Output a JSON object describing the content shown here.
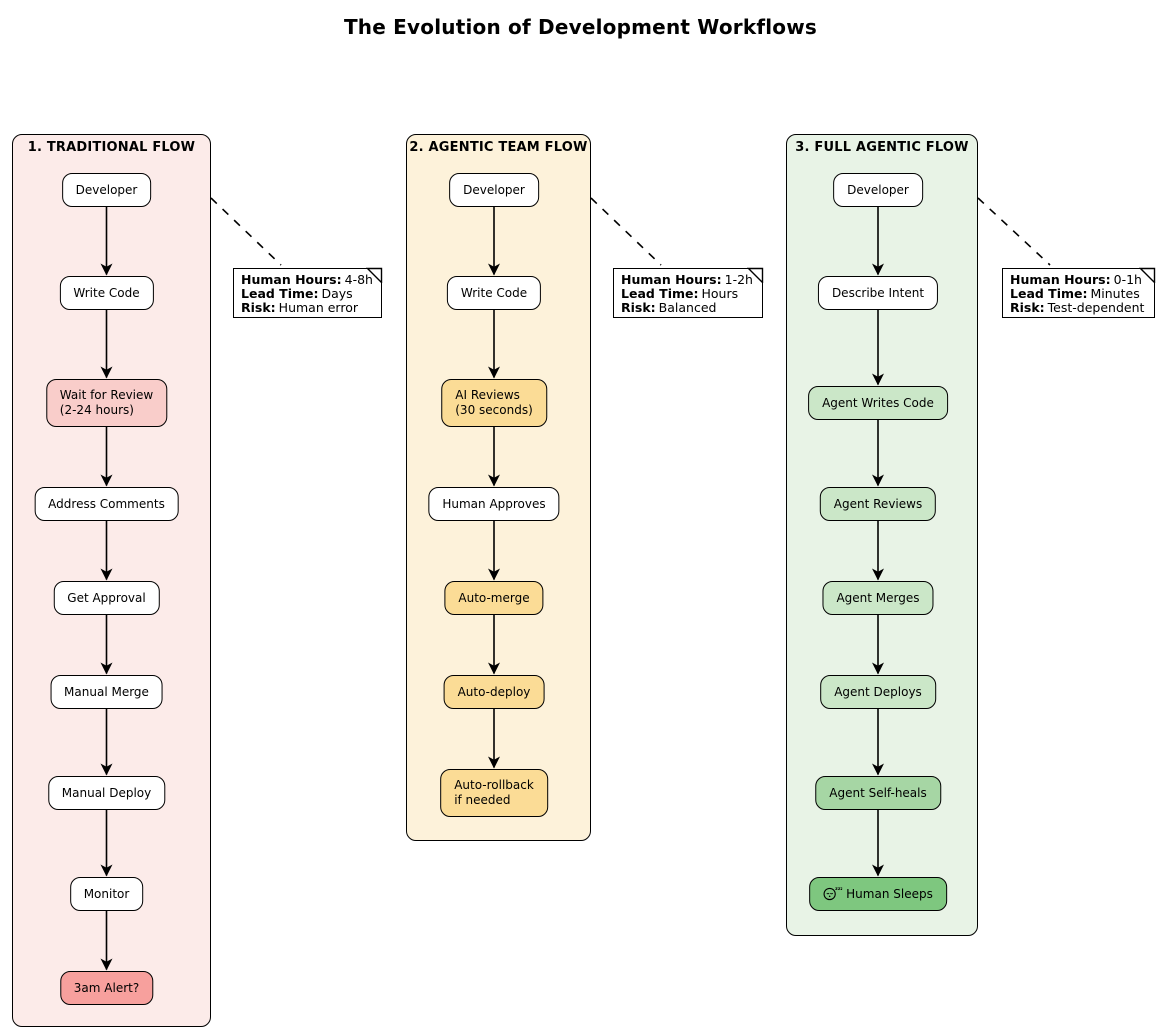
{
  "title": "The Evolution of Development Workflows",
  "canvas_bg": "#ffffff",
  "line_color": "#000000",
  "columns": [
    {
      "header": "1. TRADITIONAL FLOW",
      "bg": "#fcebe9",
      "nodes": [
        {
          "lines": [
            "Developer"
          ],
          "fill": "#ffffff"
        },
        {
          "lines": [
            "Write Code"
          ],
          "fill": "#ffffff"
        },
        {
          "lines": [
            "Wait for Review",
            "(2-24 hours)"
          ],
          "fill": "#f9cdca"
        },
        {
          "lines": [
            "Address Comments"
          ],
          "fill": "#ffffff"
        },
        {
          "lines": [
            "Get Approval"
          ],
          "fill": "#ffffff"
        },
        {
          "lines": [
            "Manual Merge"
          ],
          "fill": "#ffffff"
        },
        {
          "lines": [
            "Manual Deploy"
          ],
          "fill": "#ffffff"
        },
        {
          "lines": [
            "Monitor"
          ],
          "fill": "#ffffff"
        },
        {
          "lines": [
            "3am Alert?"
          ],
          "fill": "#f7a09d"
        }
      ],
      "note": {
        "lines": [
          {
            "label": "Human Hours:",
            "value": "4-8h"
          },
          {
            "label": "Lead Time:",
            "value": "Days"
          },
          {
            "label": "Risk:",
            "value": "Human error"
          }
        ]
      }
    },
    {
      "header": "2. AGENTIC TEAM FLOW",
      "bg": "#fdf2da",
      "nodes": [
        {
          "lines": [
            "Developer"
          ],
          "fill": "#ffffff"
        },
        {
          "lines": [
            "Write Code"
          ],
          "fill": "#ffffff"
        },
        {
          "lines": [
            "AI Reviews",
            "(30 seconds)"
          ],
          "fill": "#fbdc96"
        },
        {
          "lines": [
            "Human Approves"
          ],
          "fill": "#ffffff"
        },
        {
          "lines": [
            "Auto-merge"
          ],
          "fill": "#fbdc96"
        },
        {
          "lines": [
            "Auto-deploy"
          ],
          "fill": "#fbdc96"
        },
        {
          "lines": [
            "Auto-rollback",
            "if needed"
          ],
          "fill": "#fbdc96"
        }
      ],
      "note": {
        "lines": [
          {
            "label": "Human Hours:",
            "value": "1-2h"
          },
          {
            "label": "Lead Time:",
            "value": "Hours"
          },
          {
            "label": "Risk:",
            "value": "Balanced"
          }
        ]
      }
    },
    {
      "header": "3. FULL AGENTIC FLOW",
      "bg": "#e8f3e6",
      "nodes": [
        {
          "lines": [
            "Developer"
          ],
          "fill": "#ffffff"
        },
        {
          "lines": [
            "Describe Intent"
          ],
          "fill": "#ffffff"
        },
        {
          "lines": [
            "Agent Writes Code"
          ],
          "fill": "#cbe7c8"
        },
        {
          "lines": [
            "Agent Reviews"
          ],
          "fill": "#cbe7c8"
        },
        {
          "lines": [
            "Agent Merges"
          ],
          "fill": "#cbe7c8"
        },
        {
          "lines": [
            "Agent Deploys"
          ],
          "fill": "#cbe7c8"
        },
        {
          "lines": [
            "Agent Self-heals"
          ],
          "fill": "#a6d6a4"
        },
        {
          "lines": [
            "Human Sleeps"
          ],
          "fill": "#7ec77f",
          "icon": "sleeping-face-emoji"
        }
      ],
      "note": {
        "lines": [
          {
            "label": "Human Hours:",
            "value": "0-1h"
          },
          {
            "label": "Lead Time:",
            "value": "Minutes"
          },
          {
            "label": "Risk:",
            "value": "Test-dependent"
          }
        ]
      }
    }
  ]
}
